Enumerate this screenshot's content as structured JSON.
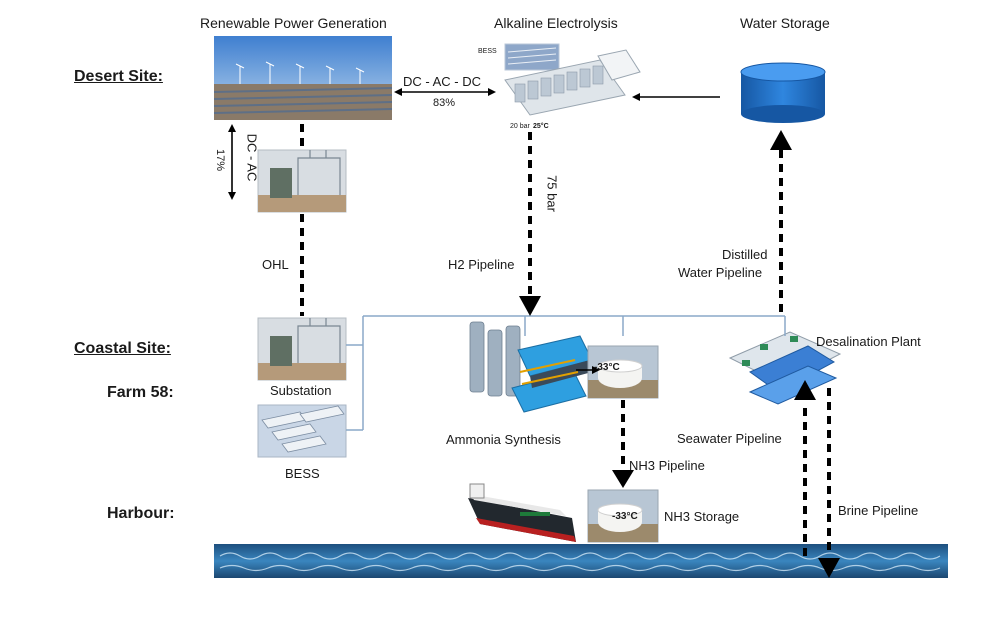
{
  "headers": {
    "renewable": "Renewable Power Generation",
    "electrolysis": "Alkaline Electrolysis",
    "water_storage": "Water Storage"
  },
  "sites": {
    "desert": "Desert Site:",
    "coastal": "Coastal Site:",
    "farm": "Farm 58:",
    "harbour": "Harbour:"
  },
  "links": {
    "dc_ac_dc": "DC - AC - DC",
    "dc_ac_dc_pct": "83%",
    "dc_ac": "DC - AC",
    "dc_ac_pct": "17%",
    "ohl": "OHL",
    "h2_pipeline": "H2 Pipeline",
    "h2_pressure": "75 bar",
    "distilled": "Distilled",
    "water_pipeline": "Water Pipeline",
    "nh3_pipeline": "NH3 Pipeline",
    "seawater_pipeline": "Seawater Pipeline",
    "brine_pipeline": "Brine Pipeline"
  },
  "components": {
    "bess_small": "BESS",
    "electrolyser_pressure": "20 bar",
    "electrolyser_temp": "25°C",
    "substation": "Substation",
    "bess": "BESS",
    "ammonia_synthesis": "Ammonia Synthesis",
    "tank_temp_1": "-33°C",
    "tank_temp_2": "-33°C",
    "nh3_storage": "NH3 Storage",
    "desalination": "Desalination Plant"
  },
  "colors": {
    "connector_blue": "#8aa9c8",
    "arrow_black": "#000000",
    "tank_blue": "#1f6fc2",
    "sea_blue": "#2b6ea3"
  }
}
